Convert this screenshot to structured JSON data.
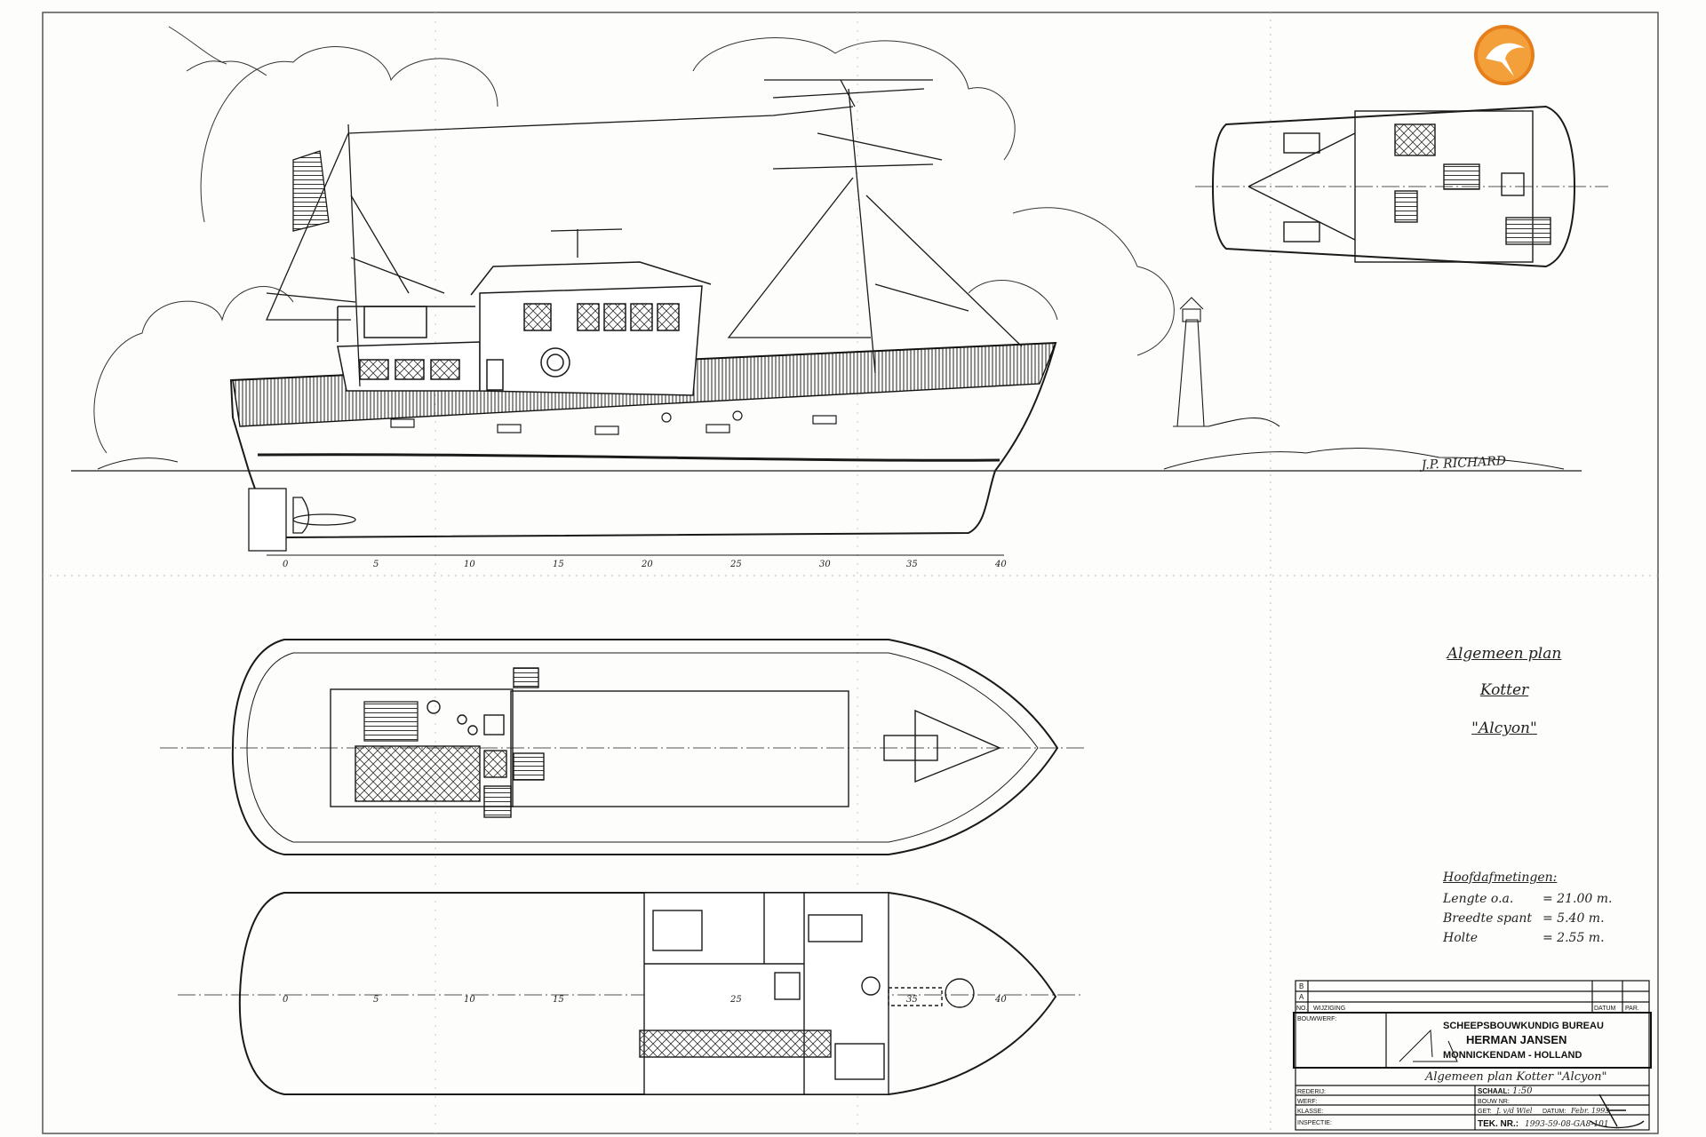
{
  "logo": {
    "icon": "seagull-logo-icon",
    "color": "#f08a1c"
  },
  "title_block_text": {
    "line1": "Algemeen plan",
    "line2": "Kotter",
    "line3": "\"Alcyon\""
  },
  "dimensions": {
    "heading": "Hoofdafmetingen:",
    "rows": [
      {
        "label": "Lengte o.a.",
        "value": "= 21.00 m."
      },
      {
        "label": "Breedte spant",
        "value": "= 5.40 m."
      },
      {
        "label": "Holte",
        "value": "= 2.55 m."
      }
    ]
  },
  "frame_numbers": [
    "0",
    "5",
    "10",
    "15",
    "20",
    "25",
    "30",
    "35",
    "40"
  ],
  "signature": "J.P. RICHARD",
  "title_block": {
    "rev_b": "B",
    "rev_a": "A",
    "col_no": "NO.",
    "col_wijziging": "WIJZIGING",
    "col_datum": "DATUM",
    "col_par": "PAR.",
    "bouwwerf": "BOUWWERF:",
    "company1": "SCHEEPSBOUWKUNDIG BUREAU",
    "company2": "HERMAN JANSEN",
    "company3": "MONNICKENDAM - HOLLAND",
    "drawing_name": "Algemeen plan  Kotter \"Alcyon\"",
    "rederij": "REDERIJ:",
    "werf": "WERF:",
    "klasse": "KLASSE:",
    "inspectie": "INSPECTIE:",
    "schaal_label": "SCHAAL:",
    "schaal_value": "1:50",
    "bouw_nr": "BOUW NR:",
    "get_label": "GET:",
    "get_value": "J. v/d Wiel",
    "datum_label": "DATUM:",
    "datum_value": "Febr. 1993",
    "tek_label": "TEK. NR.:",
    "tek_value": "1993-59-08-GA8-101"
  }
}
